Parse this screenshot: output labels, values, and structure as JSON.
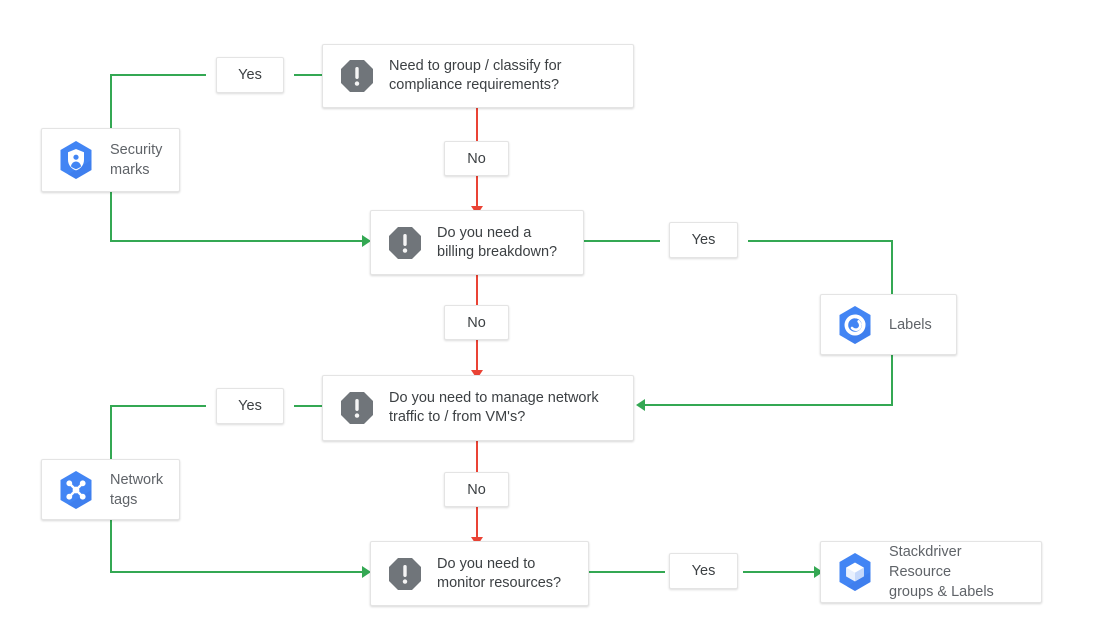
{
  "diagram": {
    "title": "GCP resource grouping decision flowchart",
    "colors": {
      "yes_edge": "#34a853",
      "no_edge": "#ea4335",
      "brand_blue": "#4285f4",
      "decision_icon": "#70757a"
    }
  },
  "decisions": [
    {
      "id": "d1",
      "icon": "alert-octagon-icon",
      "text": "Need to group / classify for\ncompliance requirements?"
    },
    {
      "id": "d2",
      "icon": "alert-octagon-icon",
      "text": "Do you need a\nbilling breakdown?"
    },
    {
      "id": "d3",
      "icon": "alert-octagon-icon",
      "text": "Do you need to manage network\ntraffic to / from VM's?"
    },
    {
      "id": "d4",
      "icon": "alert-octagon-icon",
      "text": "Do you need to\nmonitor resources?"
    }
  ],
  "resources": [
    {
      "id": "r1",
      "icon": "security-marks-icon",
      "text": "Security\nmarks"
    },
    {
      "id": "r2",
      "icon": "labels-icon",
      "text": "Labels"
    },
    {
      "id": "r3",
      "icon": "network-tags-icon",
      "text": "Network\ntags"
    },
    {
      "id": "r4",
      "icon": "stackdriver-icon",
      "text": "Stackdriver Resource\ngroups & Labels"
    }
  ],
  "edge_labels": {
    "yes1": "Yes",
    "no1": "No",
    "yes2": "Yes",
    "no2": "No",
    "yes3": "Yes",
    "no3": "No",
    "yes4": "Yes"
  },
  "chart_data": {
    "type": "flowchart",
    "nodes": [
      {
        "id": "d1",
        "kind": "decision",
        "label": "Need to group / classify for compliance requirements?"
      },
      {
        "id": "d2",
        "kind": "decision",
        "label": "Do you need a billing breakdown?"
      },
      {
        "id": "d3",
        "kind": "decision",
        "label": "Do you need to manage network traffic to / from VM's?"
      },
      {
        "id": "d4",
        "kind": "decision",
        "label": "Do you need to monitor resources?"
      },
      {
        "id": "r1",
        "kind": "resource",
        "label": "Security marks"
      },
      {
        "id": "r2",
        "kind": "resource",
        "label": "Labels"
      },
      {
        "id": "r3",
        "kind": "resource",
        "label": "Network tags"
      },
      {
        "id": "r4",
        "kind": "resource",
        "label": "Stackdriver Resource groups & Labels"
      }
    ],
    "edges": [
      {
        "from": "d1",
        "to": "r1",
        "label": "Yes",
        "color": "#34a853"
      },
      {
        "from": "r1",
        "to": "d2",
        "label": "",
        "color": "#34a853"
      },
      {
        "from": "d1",
        "to": "d2",
        "label": "No",
        "color": "#ea4335"
      },
      {
        "from": "d2",
        "to": "r2",
        "label": "Yes",
        "color": "#34a853"
      },
      {
        "from": "r2",
        "to": "d3",
        "label": "",
        "color": "#34a853"
      },
      {
        "from": "d2",
        "to": "d3",
        "label": "No",
        "color": "#ea4335"
      },
      {
        "from": "d3",
        "to": "r3",
        "label": "Yes",
        "color": "#34a853"
      },
      {
        "from": "r3",
        "to": "d4",
        "label": "",
        "color": "#34a853"
      },
      {
        "from": "d3",
        "to": "d4",
        "label": "No",
        "color": "#ea4335"
      },
      {
        "from": "d4",
        "to": "r4",
        "label": "Yes",
        "color": "#34a853"
      }
    ]
  }
}
